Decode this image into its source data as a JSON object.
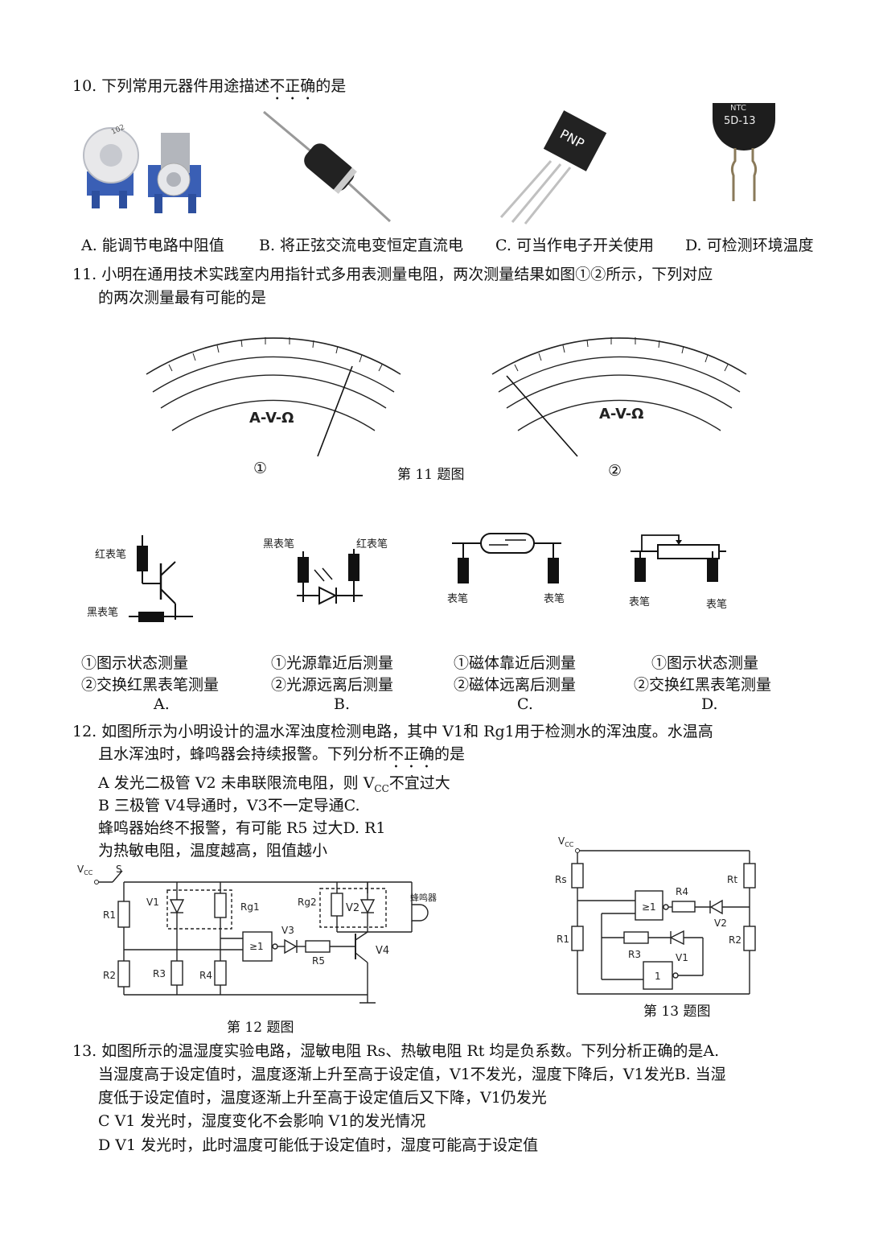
{
  "q10": {
    "stem_prefix": "10. 下列常用元器件用途描述",
    "stem_emph": "不正确",
    "stem_suffix": "的是",
    "photo_labels": {
      "pot": "102",
      "transistor": "PNP",
      "ntc_line1": "NTC",
      "ntc_line2": "5D-13"
    },
    "options": [
      "A. 能调节电路中阻值",
      "B. 将正弦交流电变恒定直流电",
      "C. 可当作电子开关使用",
      "D. 可检测环境温度"
    ]
  },
  "q11": {
    "stem_line1": "11. 小明在通用技术实践室内用指针式多用表测量电阻，两次测量结果如图①②所示，下列对应",
    "stem_line2": "的两次测量最有可能的是",
    "dial_text": "A-V-Ω",
    "fig_label_1": "①",
    "fig_label_2": "②",
    "fig_caption": "第 11  题图",
    "circuit_labels": {
      "red_probe": "红表笔",
      "black_probe": "黑表笔",
      "probe": "表笔"
    },
    "options": [
      {
        "line1": "①图示状态测量",
        "line2": "②交换红黑表笔测量",
        "letter": "A."
      },
      {
        "line1": "①光源靠近后测量",
        "line2": "②光源远离后测量",
        "letter": "B."
      },
      {
        "line1": "①磁体靠近后测量",
        "line2": "②磁体远离后测量",
        "letter": "C."
      },
      {
        "line1": "①图示状态测量",
        "line2": "②交换红黑表笔测量",
        "letter": "D."
      }
    ]
  },
  "q12": {
    "stem_line1": "12. 如图所示为小明设计的温水浑浊度检测电路，其中  V1和 Rg1用于检测水的浑浊度。水温高",
    "stem_line2_prefix": "且水浑浊时，蜂鸣器会持续报警。下列分析",
    "stem_line2_emph": "不正确",
    "stem_line2_suffix": "的是",
    "opt_a": "A  发光二极管  V2 未串联限流电阻，则  V",
    "opt_a_sub": "CC",
    "opt_a_end": "不宜过大",
    "opt_b": "B  三极管  V4导通时，V3不一定导通C.",
    "opt_c": "蜂鸣器始终不报警，有可能  R5  过大D. R1",
    "opt_d": "为热敏电阻，温度越高，阻值越小",
    "fig_caption": "第 12 题图",
    "labels": {
      "vcc": "V",
      "vcc_sub": "CC",
      "s": "S",
      "r1": "R1",
      "r2": "R2",
      "r3": "R3",
      "r4": "R4",
      "r5": "R5",
      "v1": "V1",
      "v2": "V2",
      "v3": "V3",
      "v4": "V4",
      "rg1": "Rg1",
      "rg2": "Rg2",
      "gate": "≥1",
      "buzzer": "蜂鸣器"
    }
  },
  "q13": {
    "stem_line1": "13. 如图所示的温湿度实验电路，湿敏电阻 Rs、热敏电阻 Rt  均是负系数。下列分析正确的是A.",
    "stem_line2": "当湿度高于设定值时，温度逐渐上升至高于设定值，V1不发光，湿度下降后，V1发光B. 当湿",
    "stem_line3": "度低于设定值时，温度逐渐上升至高于设定值后又下降，V1仍发光",
    "opt_c": "C  V1 发光时，湿度变化不会影响  V1的发光情况",
    "opt_d": "D  V1 发光时，此时温度可能低于设定值时，湿度可能高于设定值",
    "fig_caption": "第 13 题图",
    "labels": {
      "vcc": "V",
      "vcc_sub": "CC",
      "rs": "Rs",
      "rt": "Rt",
      "r1": "R1",
      "r2": "R2",
      "r3": "R3",
      "r4": "R4",
      "v1": "V1",
      "v2": "V2",
      "gate_or": "≥1",
      "gate_not": "1"
    }
  }
}
